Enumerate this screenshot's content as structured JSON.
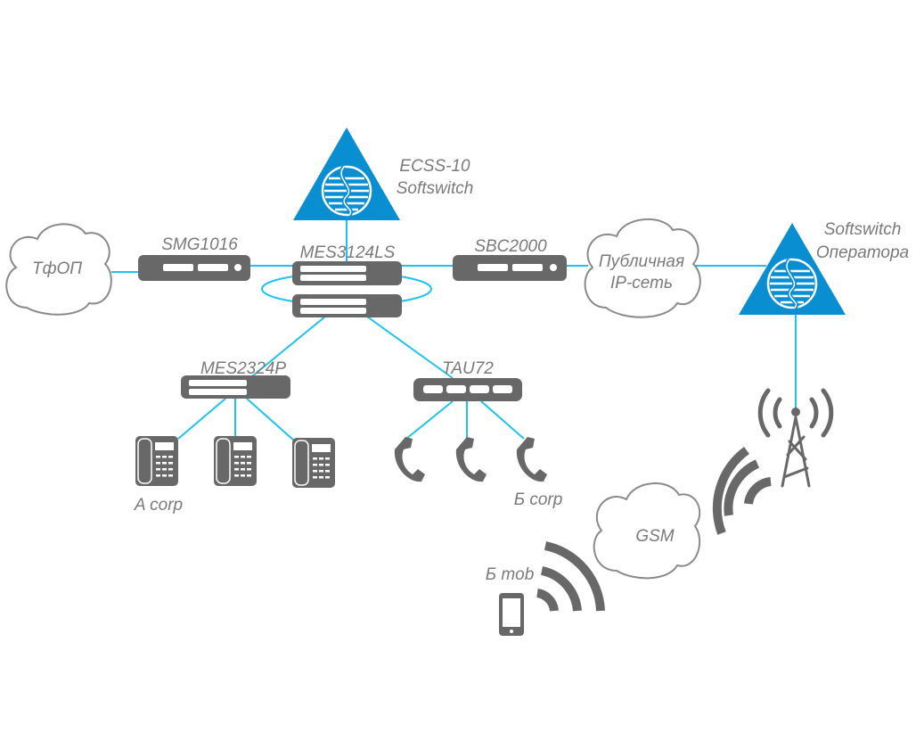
{
  "nodes": {
    "pstn": "ТфОП",
    "smg": "SMG1016",
    "ecss_line1": "ECSS-10",
    "ecss_line2": "Softswitch",
    "mes3124": "MES3124LS",
    "sbc": "SBC2000",
    "public_line1": "Публичная",
    "public_line2": "IP-сеть",
    "op_line1": "Softswitch",
    "op_line2": "Оператора",
    "mes2324": "MES2324P",
    "tau": "TAU72",
    "a_corp": "A corp",
    "b_corp": "Б corp",
    "gsm": "GSM",
    "b_mob": "Б mob"
  },
  "colors": {
    "link": "#1cc3ee",
    "device": "#686868",
    "softswitch": "#0a8ed2",
    "text": "#7a7a7a"
  }
}
